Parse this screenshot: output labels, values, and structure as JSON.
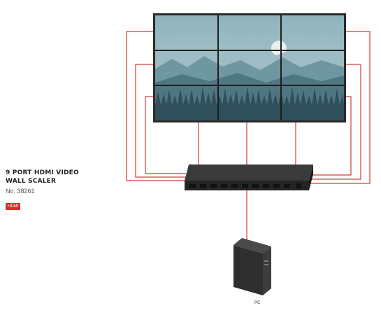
{
  "product": {
    "title_line1": "9 PORT HDMI VIDEO",
    "title_line2": "WALL SCALER",
    "model": "No. 38261",
    "badge": "HDMI"
  },
  "devices": {
    "pc_label": "PC"
  },
  "colors": {
    "cable": "#d93b3b",
    "device_body": "#2b2b2b",
    "badge": "#e02a2a"
  }
}
